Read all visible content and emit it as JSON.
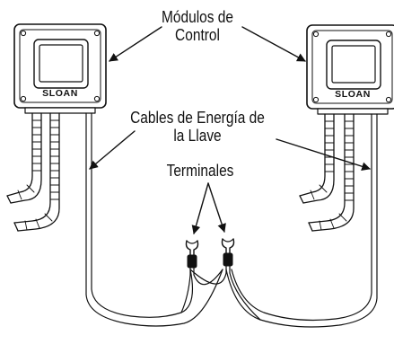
{
  "labels": {
    "control_modules_line1": "Módulos de",
    "control_modules_line2": "Control",
    "cables_line1": "Cables de Energía de",
    "cables_line2": "la Llave",
    "terminals": "Terminales"
  },
  "modules": [
    {
      "brand": "SLOAN"
    },
    {
      "brand": "SLOAN"
    }
  ],
  "colors": {
    "ink": "#111111",
    "background": "#ffffff"
  }
}
